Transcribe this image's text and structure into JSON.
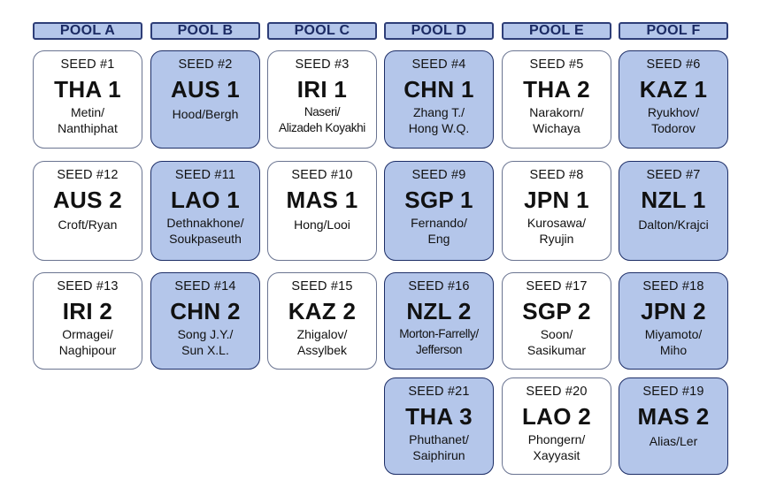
{
  "pools": [
    "POOL A",
    "POOL B",
    "POOL C",
    "POOL D",
    "POOL E",
    "POOL F"
  ],
  "cards": [
    {
      "seed": "SEED #1",
      "team": "THA 1",
      "players": "Metin/\nNanthiphat",
      "col": 0,
      "row": 0
    },
    {
      "seed": "SEED #2",
      "team": "AUS 1",
      "players": "Hood/Bergh",
      "col": 1,
      "row": 0
    },
    {
      "seed": "SEED #3",
      "team": "IRI 1",
      "players": "Naseri/\nAlizadeh Koyakhi",
      "col": 2,
      "row": 0
    },
    {
      "seed": "SEED #4",
      "team": "CHN 1",
      "players": "Zhang T./\nHong W.Q.",
      "col": 3,
      "row": 0
    },
    {
      "seed": "SEED #5",
      "team": "THA 2",
      "players": "Narakorn/\nWichaya",
      "col": 4,
      "row": 0
    },
    {
      "seed": "SEED #6",
      "team": "KAZ 1",
      "players": "Ryukhov/\nTodorov",
      "col": 5,
      "row": 0
    },
    {
      "seed": "SEED #12",
      "team": "AUS 2",
      "players": "Croft/Ryan",
      "col": 0,
      "row": 1
    },
    {
      "seed": "SEED #11",
      "team": "LAO 1",
      "players": "Dethnakhone/\nSoukpaseuth",
      "col": 1,
      "row": 1
    },
    {
      "seed": "SEED #10",
      "team": "MAS 1",
      "players": "Hong/Looi",
      "col": 2,
      "row": 1
    },
    {
      "seed": "SEED #9",
      "team": "SGP 1",
      "players": "Fernando/\nEng",
      "col": 3,
      "row": 1
    },
    {
      "seed": "SEED #8",
      "team": "JPN 1",
      "players": "Kurosawa/\nRyujin",
      "col": 4,
      "row": 1
    },
    {
      "seed": "SEED #7",
      "team": "NZL 1",
      "players": "Dalton/Krajci",
      "col": 5,
      "row": 1
    },
    {
      "seed": "SEED #13",
      "team": "IRI 2",
      "players": "Ormagei/\nNaghipour",
      "col": 0,
      "row": 2
    },
    {
      "seed": "SEED #14",
      "team": "CHN 2",
      "players": "Song J.Y./\nSun X.L.",
      "col": 1,
      "row": 2
    },
    {
      "seed": "SEED #15",
      "team": "KAZ 2",
      "players": "Zhigalov/\nAssylbek",
      "col": 2,
      "row": 2
    },
    {
      "seed": "SEED #16",
      "team": "NZL 2",
      "players": "Morton-Farrelly/\nJefferson",
      "col": 3,
      "row": 2
    },
    {
      "seed": "SEED #17",
      "team": "SGP 2",
      "players": "Soon/\nSasikumar",
      "col": 4,
      "row": 2
    },
    {
      "seed": "SEED #18",
      "team": "JPN 2",
      "players": "Miyamoto/\nMiho",
      "col": 5,
      "row": 2
    },
    {
      "seed": "SEED #21",
      "team": "THA 3",
      "players": "Phuthanet/\nSaiphirun",
      "col": 3,
      "row": 3
    },
    {
      "seed": "SEED #20",
      "team": "LAO 2",
      "players": "Phongern/\nXayyasit",
      "col": 4,
      "row": 3
    },
    {
      "seed": "SEED #19",
      "team": "MAS 2",
      "players": "Alias/Ler",
      "col": 5,
      "row": 3
    }
  ],
  "colors": {
    "alt_fill": "#b4c6ea",
    "border_dark": "#1c2d66",
    "header_text": "#1b2a63"
  }
}
